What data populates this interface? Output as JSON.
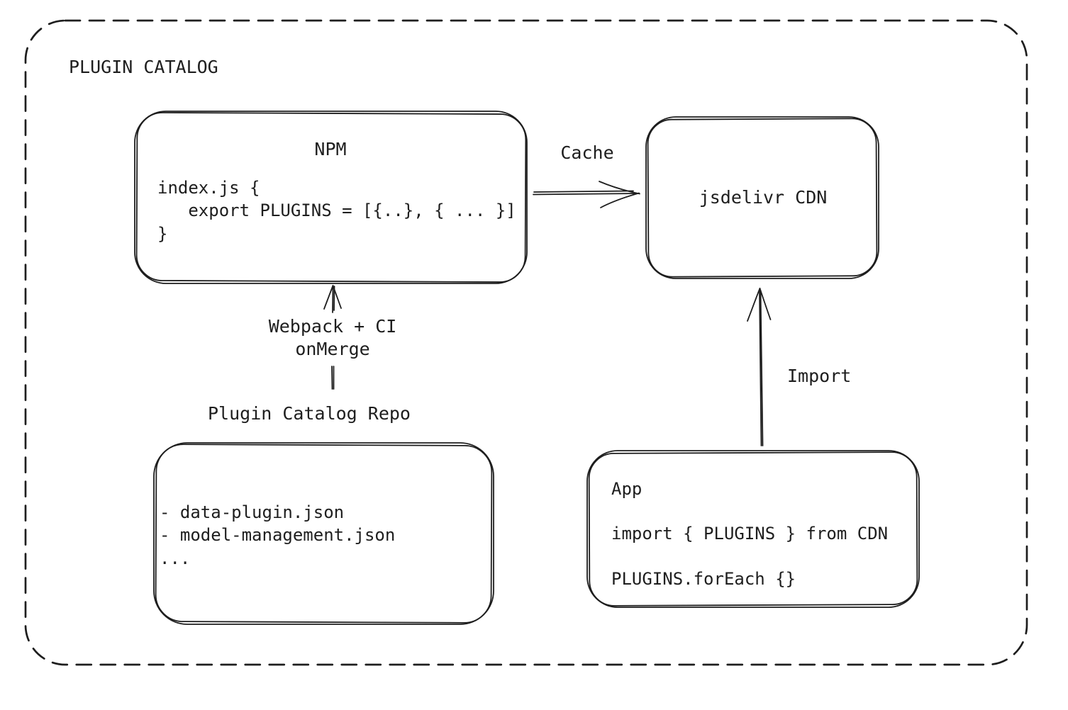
{
  "frame": {
    "title": "PLUGIN CATALOG"
  },
  "nodes": {
    "npm": {
      "title": "NPM",
      "code_line1": "index.js {",
      "code_line2": "   export PLUGINS = [{..}, { ... }]",
      "code_line3": "}"
    },
    "cdn": {
      "title": "jsdelivr CDN"
    },
    "repo": {
      "label": "Plugin Catalog Repo",
      "file1": "- data-plugin.json",
      "file2": "- model-management.json",
      "file3": "..."
    },
    "app": {
      "title": "App",
      "code_line1": "import { PLUGINS } from CDN",
      "code_line2": "PLUGINS.forEach {}"
    }
  },
  "edges": {
    "cache": {
      "label": "Cache"
    },
    "build": {
      "label_line1": "Webpack + CI",
      "label_line2": "onMerge"
    },
    "import": {
      "label": "Import"
    }
  },
  "colors": {
    "stroke": "#1e1e1e",
    "background": "#ffffff"
  }
}
